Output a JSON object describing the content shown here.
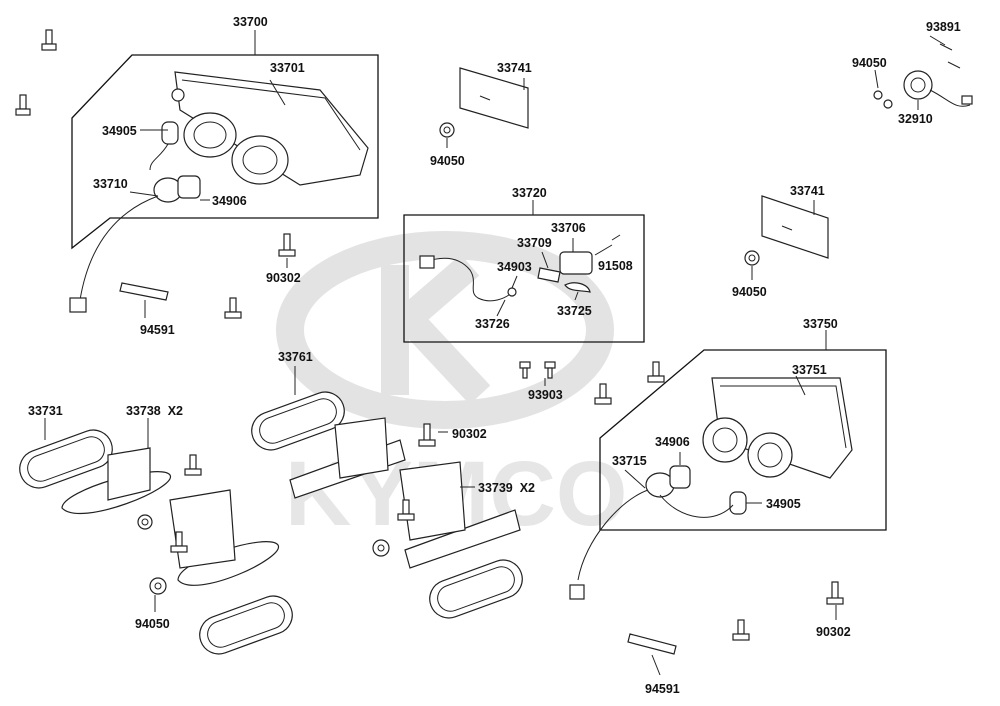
{
  "watermark": {
    "text": "KYMCO"
  },
  "labels": {
    "l33700": "33700",
    "l33701": "33701",
    "l34905a": "34905",
    "l33710": "33710",
    "l34906a": "34906",
    "l90302a": "90302",
    "l94591a": "94591",
    "l33741a": "33741",
    "l94050a": "94050",
    "l33720": "33720",
    "l33706": "33706",
    "l33709": "33709",
    "l91508": "91508",
    "l34903": "34903",
    "l33726": "33726",
    "l33725": "33725",
    "l93891": "93891",
    "l94050b": "94050",
    "l32910": "32910",
    "l33741b": "33741",
    "l94050c": "94050",
    "l33750": "33750",
    "l33751": "33751",
    "l34906b": "34906",
    "l33715": "33715",
    "l34905b": "34905",
    "l90302b": "90302",
    "l94591b": "94591",
    "l33731": "33731",
    "l33738": "33738  X2",
    "l33761": "33761",
    "l90302c": "90302",
    "l33739": "33739  X2",
    "l93903": "93903",
    "l94050d": "94050"
  }
}
